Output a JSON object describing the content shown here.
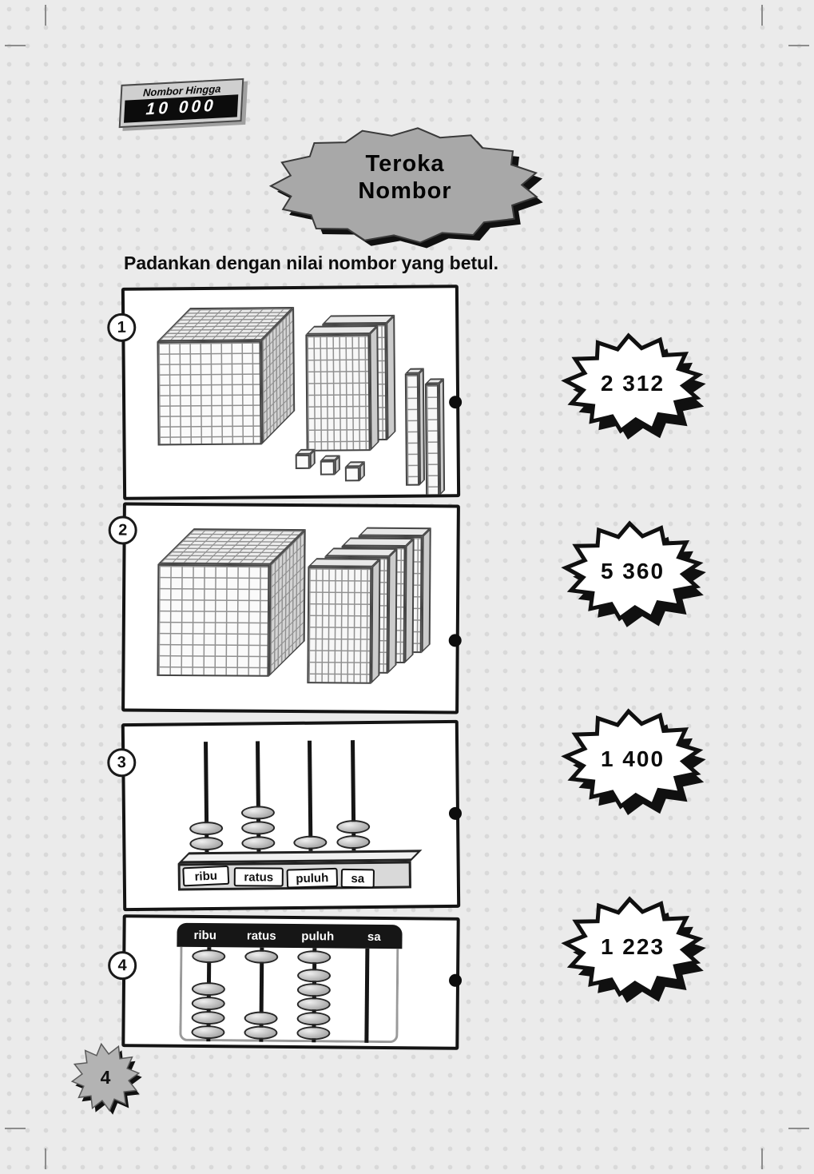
{
  "page": {
    "badge": {
      "line1": "Nombor Hingga",
      "line2": "10 000"
    },
    "title": {
      "line1": "Teroka",
      "line2": "Nombor"
    },
    "instruction": "Padankan dengan nilai nombor yang betul.",
    "page_number": "4"
  },
  "questions": [
    {
      "number": "1",
      "type": "base-ten-blocks",
      "blocks": {
        "thousand_cubes": 1,
        "hundred_flats": 2,
        "ten_rods": 2,
        "one_cubes": 3
      }
    },
    {
      "number": "2",
      "type": "base-ten-blocks",
      "blocks": {
        "thousand_cubes": 1,
        "hundred_flats": 4,
        "ten_rods": 0,
        "one_cubes": 0
      }
    },
    {
      "number": "3",
      "type": "abacus-labels-below",
      "labels": [
        "ribu",
        "ratus",
        "puluh",
        "sa"
      ],
      "beads": [
        2,
        3,
        1,
        2
      ]
    },
    {
      "number": "4",
      "type": "abacus-labels-above",
      "labels": [
        "ribu",
        "ratus",
        "puluh",
        "sa"
      ],
      "beads": [
        5,
        3,
        6,
        0
      ]
    }
  ],
  "answers": [
    {
      "value": "2 312"
    },
    {
      "value": "5 360"
    },
    {
      "value": "1 400"
    },
    {
      "value": "1 223"
    }
  ],
  "colors": {
    "paper": "#ebebeb",
    "halftone_dot": "#d9d9d9",
    "box_border": "#141414",
    "splash_gray": "#a8a8a8",
    "burst_fill": "#ffffff",
    "burst_outline": "#101010",
    "bead_gray": "#a8a8a8",
    "header_black": "#161616"
  }
}
